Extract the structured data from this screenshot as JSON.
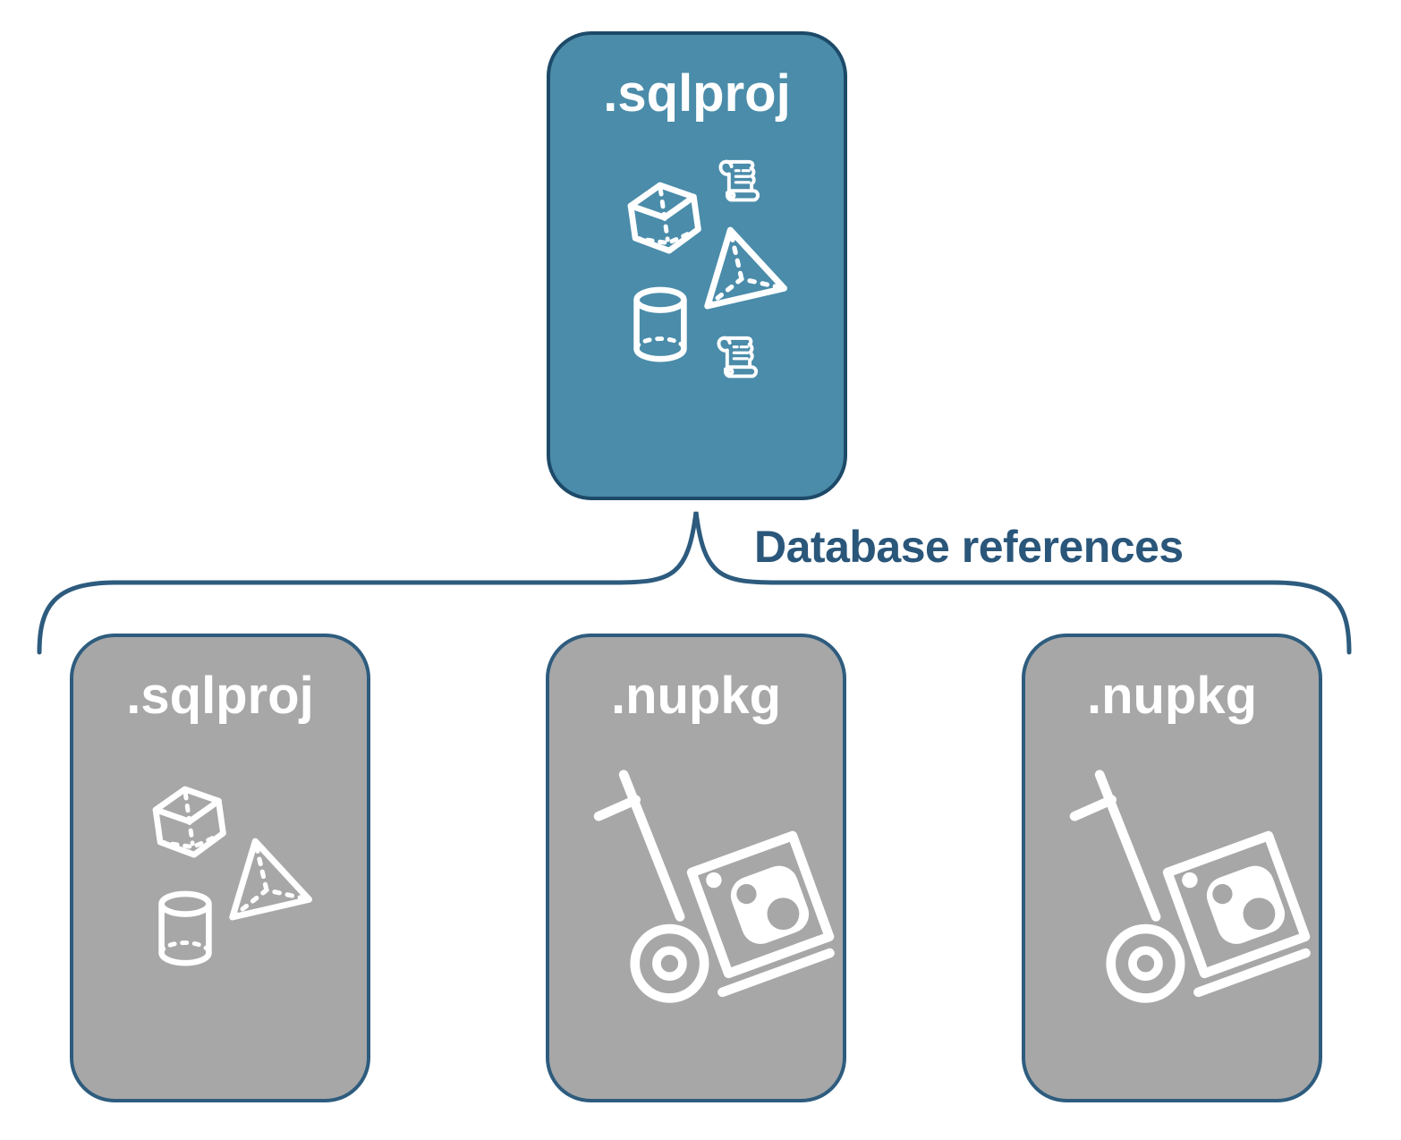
{
  "colors": {
    "background": "#ffffff",
    "root_fill": "#4a8caa",
    "root_border": "#1d4a68",
    "child_fill": "#a7a7a7",
    "child_border": "#2e5c7e",
    "connector_line": "#2d5b7e",
    "label_text": "#2a567a",
    "icon_stroke": "#ffffff"
  },
  "root_node": {
    "label": ".sqlproj",
    "icons": [
      "script-scroll-icon",
      "cube-icon",
      "pyramid-icon",
      "cylinder-icon",
      "script-scroll-icon"
    ]
  },
  "connector": {
    "label": "Database references",
    "shape": "rotated-curly-brace"
  },
  "child_nodes": [
    {
      "label": ".sqlproj",
      "icons": [
        "cube-icon",
        "pyramid-icon",
        "cylinder-icon"
      ]
    },
    {
      "label": ".nupkg",
      "icons": [
        "nuget-package-hand-truck-icon"
      ]
    },
    {
      "label": ".nupkg",
      "icons": [
        "nuget-package-hand-truck-icon"
      ]
    }
  ]
}
